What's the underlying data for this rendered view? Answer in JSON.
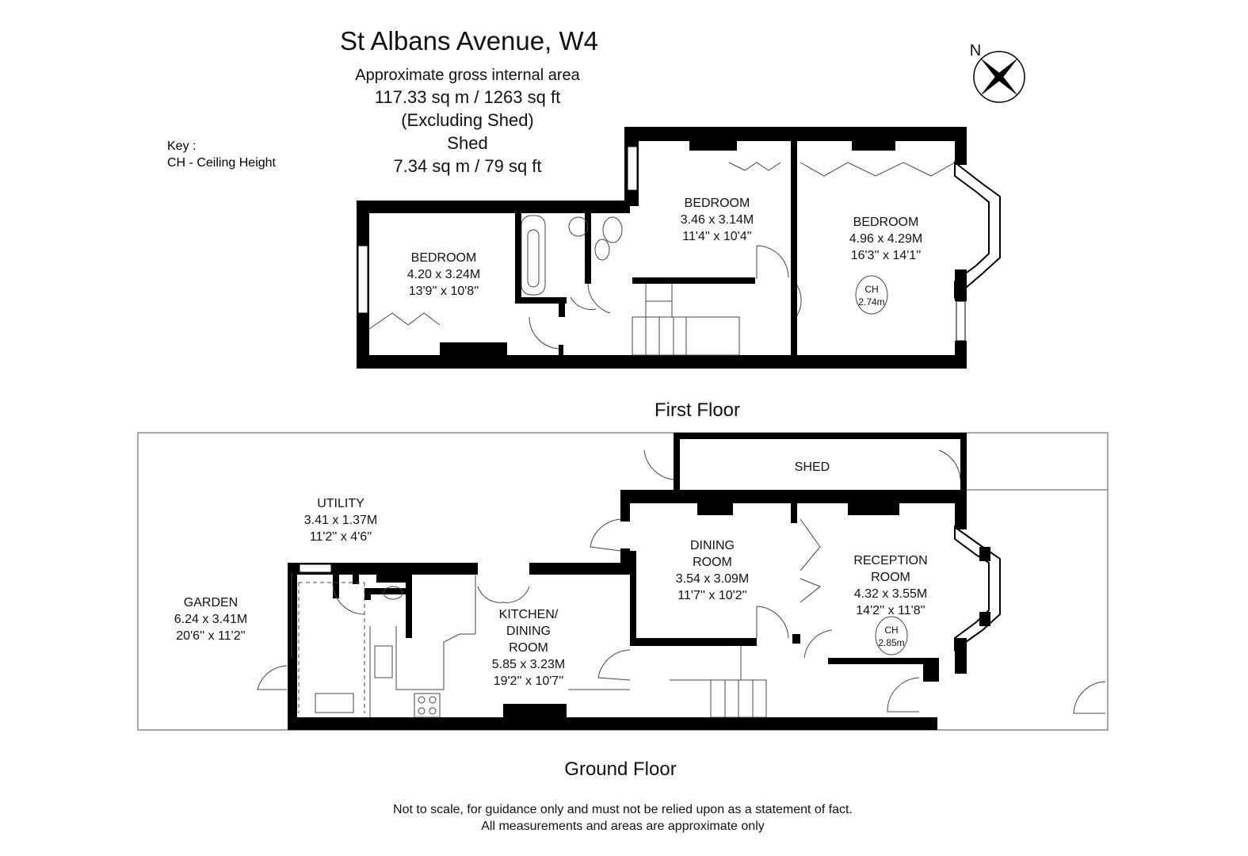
{
  "header": {
    "title": "St Albans Avenue, W4",
    "area_label": "Approximate gross internal area",
    "area_value": "117.33 sq m /  1263 sq ft",
    "area_note": "(Excluding Shed)",
    "shed_label": "Shed",
    "shed_value": "7.34 sq m /  79 sq ft"
  },
  "key": {
    "title": "Key :",
    "entry": "CH - Ceiling Height"
  },
  "compass": {
    "label": "N",
    "icon": "compass-rose-icon"
  },
  "first_floor": {
    "title": "First Floor",
    "rooms": [
      {
        "name": "BEDROOM",
        "metric": "4.20 x 3.24M",
        "imperial": "13'9'' x 10'8''"
      },
      {
        "name": "BEDROOM",
        "metric": "3.46 x 3.14M",
        "imperial": "11'4'' x 10'4''"
      },
      {
        "name": "BEDROOM",
        "metric": "4.96 x 4.29M",
        "imperial": "16'3'' x 14'1''"
      }
    ],
    "ceiling": {
      "label": "CH",
      "value": "2.74m"
    }
  },
  "ground_floor": {
    "title": "Ground Floor",
    "rooms": [
      {
        "name": "GARDEN",
        "metric": "6.24 x 3.41M",
        "imperial": "20'6'' x 11'2''"
      },
      {
        "name": "UTILITY",
        "metric": "3.41 x 1.37M",
        "imperial": "11'2'' x 4'6''"
      },
      {
        "name": "KITCHEN/",
        "name2": "DINING",
        "name3": "ROOM",
        "metric": "5.85 x 3.23M",
        "imperial": "19'2'' x 10'7''"
      },
      {
        "name": "DINING",
        "name2": "ROOM",
        "metric": "3.54 x 3.09M",
        "imperial": "11'7'' x 10'2''"
      },
      {
        "name": "RECEPTION",
        "name2": "ROOM",
        "metric": "4.32 x 3.55M",
        "imperial": "14'2'' x 11'8''"
      },
      {
        "name": "SHED"
      }
    ],
    "ceiling": {
      "label": "CH",
      "value": "2.85m"
    }
  },
  "footer": {
    "line1": "Not to scale, for guidance only and must not be relied upon as a statement of fact.",
    "line2": "All measurements and areas are approximate only"
  }
}
